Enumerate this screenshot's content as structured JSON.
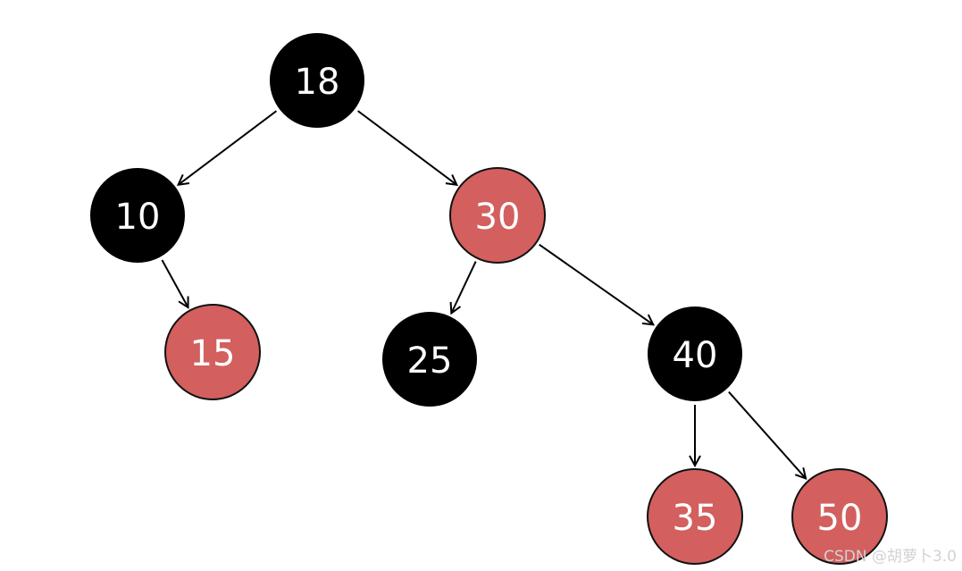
{
  "tree": {
    "colors": {
      "black": "#000000",
      "red": "#d35f5f",
      "outline": "#111111",
      "label": "#ffffff"
    },
    "nodes": [
      {
        "id": "n18",
        "label": "18",
        "color": "black"
      },
      {
        "id": "n10",
        "label": "10",
        "color": "black"
      },
      {
        "id": "n30",
        "label": "30",
        "color": "red"
      },
      {
        "id": "n15",
        "label": "15",
        "color": "red"
      },
      {
        "id": "n25",
        "label": "25",
        "color": "black"
      },
      {
        "id": "n40",
        "label": "40",
        "color": "black"
      },
      {
        "id": "n35",
        "label": "35",
        "color": "red"
      },
      {
        "id": "n50",
        "label": "50",
        "color": "red"
      }
    ],
    "edges": [
      {
        "from": "n18",
        "to": "n10"
      },
      {
        "from": "n18",
        "to": "n30"
      },
      {
        "from": "n10",
        "to": "n15"
      },
      {
        "from": "n30",
        "to": "n25"
      },
      {
        "from": "n30",
        "to": "n40"
      },
      {
        "from": "n40",
        "to": "n35"
      },
      {
        "from": "n40",
        "to": "n50"
      }
    ]
  },
  "watermark": "CSDN @胡萝卜3.0"
}
